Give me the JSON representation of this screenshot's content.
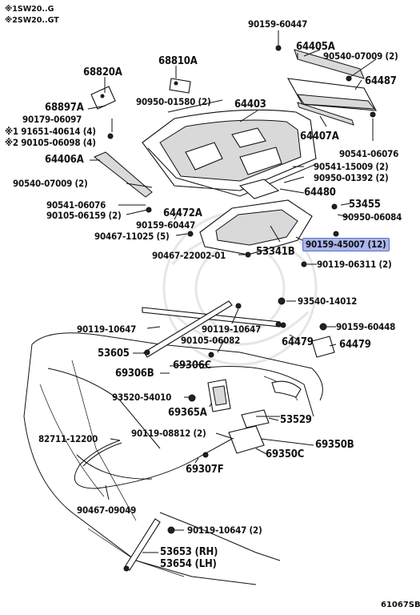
{
  "legend": [
    {
      "mark": "※1",
      "text": "SW20..G"
    },
    {
      "mark": "※2",
      "text": "SW20..GT"
    }
  ],
  "diagram_id": "61067SB",
  "highlighted_part": "90159-45007 (12)",
  "labels": {
    "p90159_60447_top": "90159-60447",
    "p64405a": "64405A",
    "p90540_07009_2_tr": "90540-07009 (2)",
    "p64487": "64487",
    "p68820a": "68820A",
    "p68810a": "68810A",
    "p64403": "64403",
    "p90950_01580": "90950-01580 (2)",
    "p68897a": "68897A",
    "p90179_06097": "90179-06097",
    "p91651_40614": "※1 91651-40614 (4)",
    "p90105_06098": "※2 90105-06098 (4)",
    "p64407a": "64407A",
    "p90541_06076_r": "90541-06076",
    "p64406a": "64406A",
    "p90541_15009": "90541-15009 (2)",
    "p90950_01392": "90950-01392 (2)",
    "p90540_07009_2_l": "90540-07009 (2)",
    "p64480": "64480",
    "p90541_06076_l": "90541-06076",
    "p53455": "53455",
    "p90105_06159": "90105-06159 (2)",
    "p64472a": "64472A",
    "p90950_06084": "90950-06084",
    "p90159_60447_mid": "90159-60447",
    "p90467_11025": "90467-11025 (5)",
    "p90159_45007": "90159-45007 (12)",
    "p90467_22002": "90467-22002-01",
    "p53341b": "53341B",
    "p90119_06311": "90119-06311 (2)",
    "p93540_14012": "93540-14012",
    "p90119_10647_l": "90119-10647",
    "p90119_10647_r": "90119-10647",
    "p90159_60448": "90159-60448",
    "p90105_06082": "90105-06082",
    "p64479_a": "64479",
    "p64479_b": "64479",
    "p53605": "53605",
    "p69306c": "69306C",
    "p69306b": "69306B",
    "p93520_54010": "93520-54010",
    "p69365a": "69365A",
    "p53529": "53529",
    "p82711_12200": "82711-12200",
    "p90119_08812": "90119-08812 (2)",
    "p69350b": "69350B",
    "p69350c": "69350C",
    "p69307f": "69307F",
    "p90467_09049": "90467-09049",
    "p90119_10647_2": "90119-10647 (2)",
    "p53653": "53653 (RH)",
    "p53654": "53654 (LH)"
  }
}
